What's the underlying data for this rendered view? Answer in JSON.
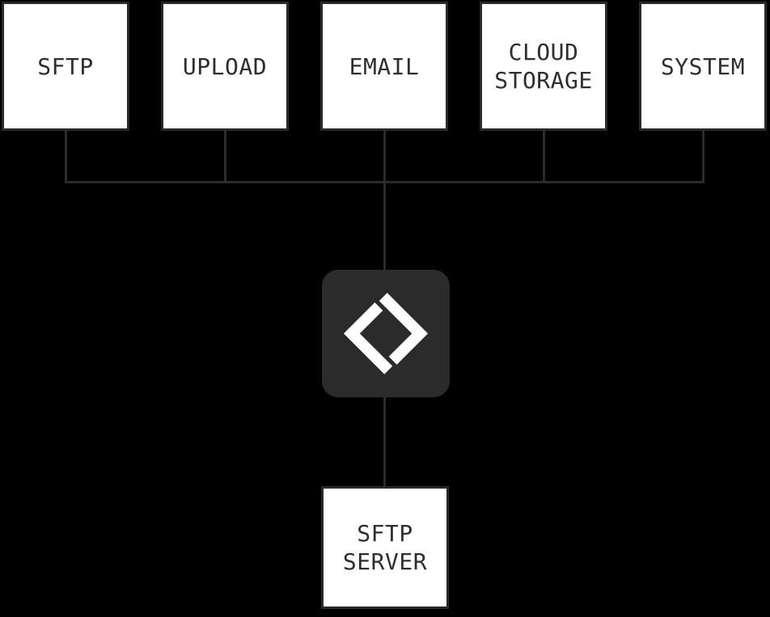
{
  "diagram": {
    "title": "file transfer sources routed through hub to sftp server",
    "colors": {
      "background": "#000000",
      "node_fill": "#ffffff",
      "node_border": "#2a2a2a",
      "node_text": "#2e2e2e",
      "connector": "#2b2b2b",
      "hub_fill": "#2b2b2b",
      "hub_glyph": "#ffffff"
    },
    "sources": [
      {
        "label": "SFTP"
      },
      {
        "label": "UPLOAD"
      },
      {
        "label": "EMAIL"
      },
      {
        "label": "CLOUD STORAGE"
      },
      {
        "label": "SYSTEM"
      }
    ],
    "hub": {
      "icon": "diamond-brackets-logo"
    },
    "target": {
      "label": "SFTP SERVER"
    }
  }
}
